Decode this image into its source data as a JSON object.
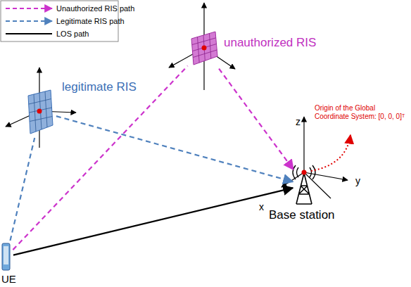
{
  "diagram": {
    "nodes": [
      {
        "text": [
          "unauthorized RIS"
        ]
      },
      {
        "text": [
          "legitimate RIS"
        ]
      },
      {
        "text": [
          "Base station"
        ]
      },
      {
        "text": [
          "UE"
        ]
      }
    ],
    "edges": [
      {
        "from": 3,
        "to": 0,
        "arrow": "none"
      },
      {
        "from": 0,
        "to": 2,
        "arrow": "to"
      },
      {
        "from": 3,
        "to": 1,
        "arrow": "none"
      },
      {
        "from": 1,
        "to": 2,
        "arrow": "to"
      },
      {
        "from": 3,
        "to": 2,
        "arrow": "to"
      }
    ],
    "labels": [
      "z",
      "x",
      "y",
      "Origin of the Global Coordinate System: [0, 0, 0]ᵀ"
    ],
    "legend": [
      {
        "text": "Unauthorized RIS path"
      },
      {
        "text": "Legitimate RIS path"
      },
      {
        "text": "LOS path"
      }
    ]
  }
}
